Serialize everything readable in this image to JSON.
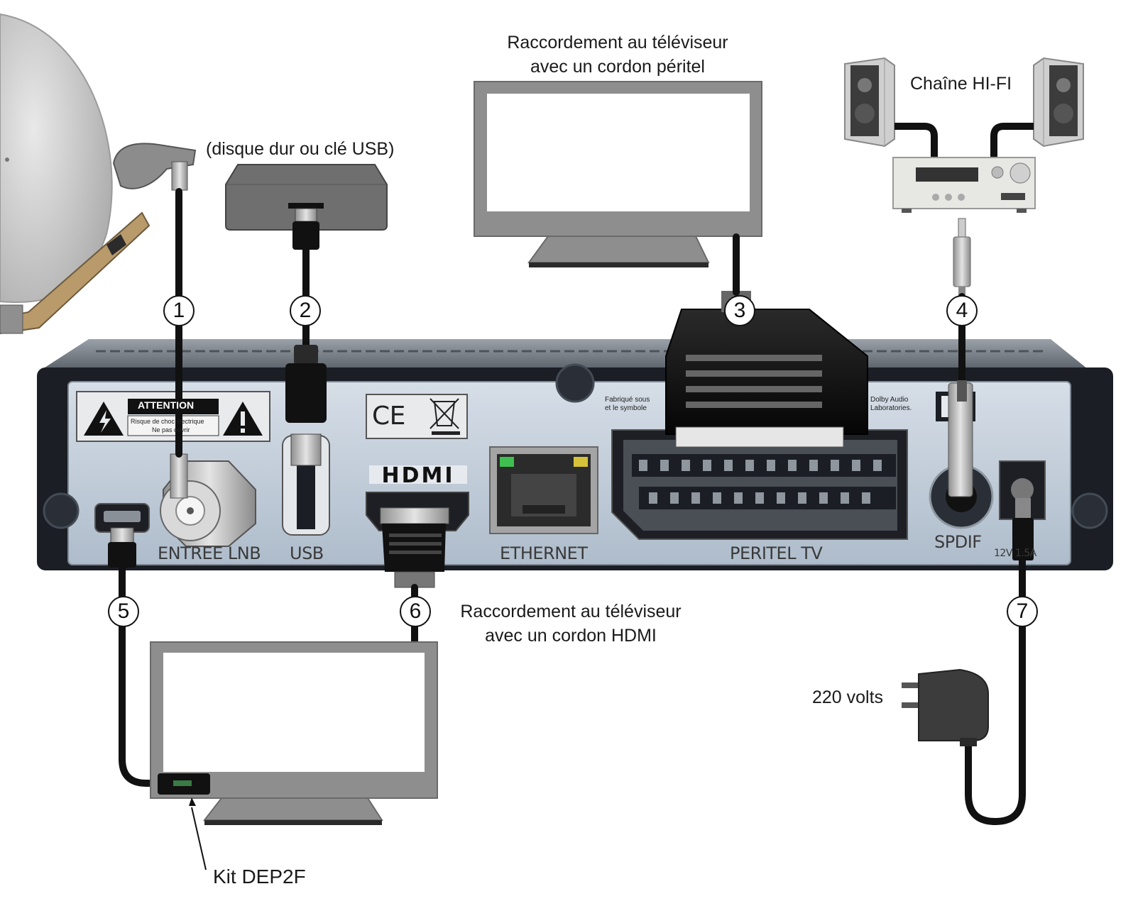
{
  "labels": {
    "usb_device": "(disque dur ou clé USB)",
    "tv_scart_line1": "Raccordement au téléviseur",
    "tv_scart_line2": "avec un cordon péritel",
    "hifi": "Chaîne HI-FI",
    "tv_hdmi_line1": "Raccordement au téléviseur",
    "tv_hdmi_line2": "avec un cordon HDMI",
    "power": "220 volts",
    "kit": "Kit DEP2F"
  },
  "callouts": [
    "1",
    "2",
    "3",
    "4",
    "5",
    "6",
    "7"
  ],
  "ports": {
    "lnb": "ENTREE LNB",
    "usb": "USB",
    "ethernet": "ETHERNET",
    "peritel": "PERITEL TV",
    "spdif": "SPDIF",
    "hdmi_logo": "HDMI",
    "ce_mark": "CE",
    "power_rating": "12V 1.5A"
  },
  "warning": {
    "title": "ATTENTION",
    "line1": "Risque de choc électrique",
    "line2": "Ne pas ouvrir"
  },
  "notices": {
    "fabrique_line1": "Fabriqué sous",
    "fabrique_line2": "et le symbole",
    "dolby_line1": "Dolby Audio",
    "dolby_line2": "Laboratories."
  },
  "colors": {
    "cable": "#111111",
    "receiver_body": "#1b1e24",
    "receiver_panel": "#c9d4df",
    "tv_frame": "#8e8e8e"
  }
}
